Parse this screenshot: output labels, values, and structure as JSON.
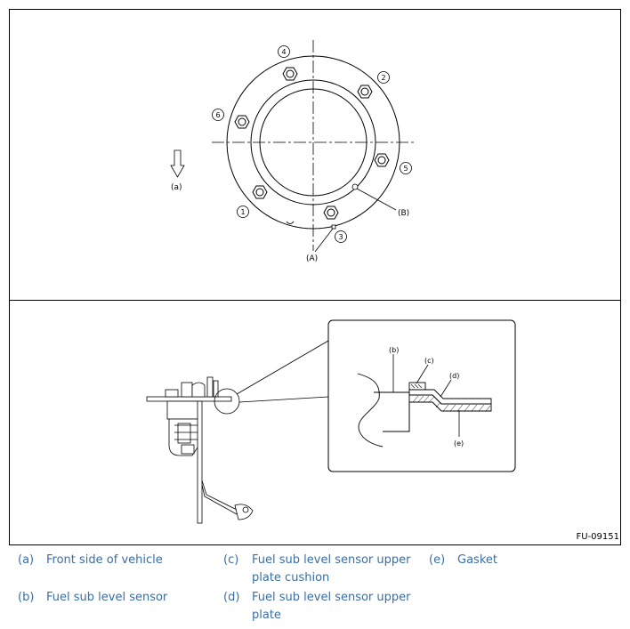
{
  "figure": {
    "code": "FU-09151",
    "top_callouts": {
      "bolts": [
        "1",
        "2",
        "3",
        "4",
        "5",
        "6"
      ],
      "a_label": "(A)",
      "b_label": "(B)",
      "front_label": "(a)"
    },
    "bottom_callouts": {
      "b": "(b)",
      "c": "(c)",
      "d": "(d)",
      "e": "(e)"
    }
  },
  "legend": [
    {
      "key": "(a)",
      "text": "Front side of vehicle"
    },
    {
      "key": "(b)",
      "text": "Fuel sub level sensor"
    },
    {
      "key": "(c)",
      "text": "Fuel sub level sensor upper plate cushion"
    },
    {
      "key": "(d)",
      "text": "Fuel sub level sensor upper plate"
    },
    {
      "key": "(e)",
      "text": "Gasket"
    }
  ]
}
